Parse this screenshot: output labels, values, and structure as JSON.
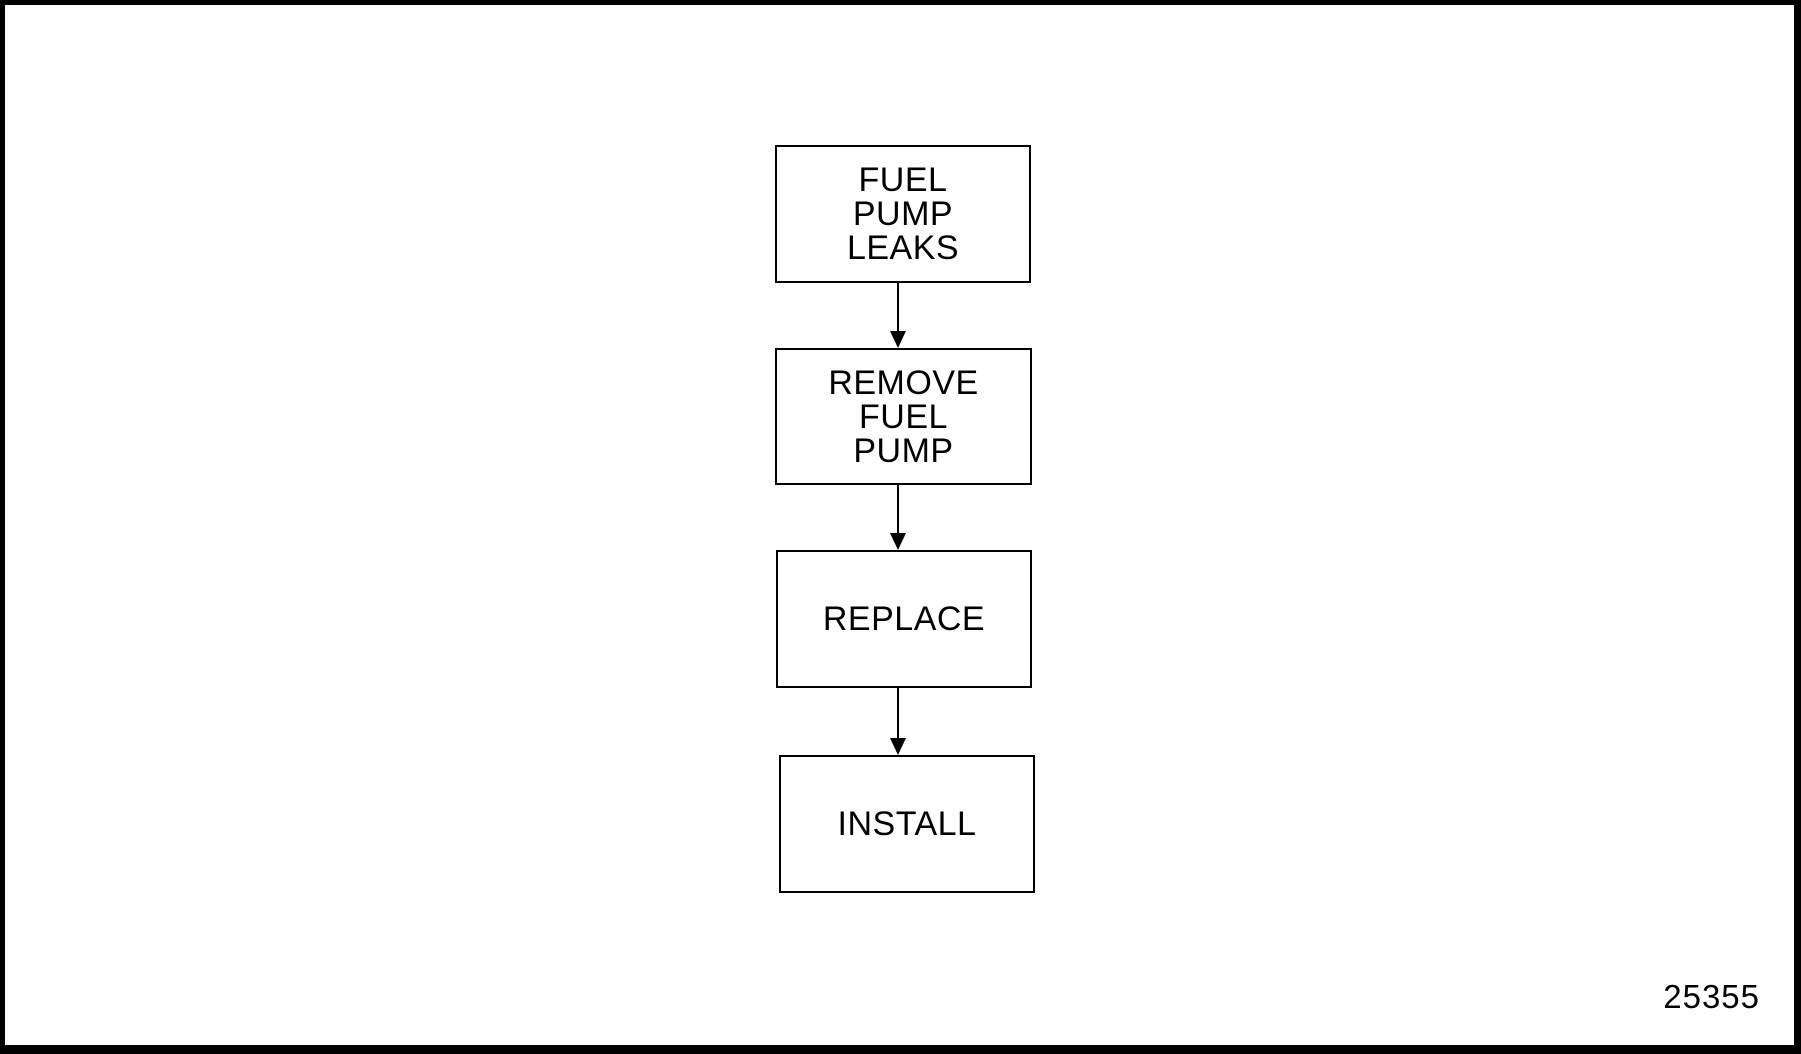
{
  "page": {
    "background": "#ffffff",
    "frame_color": "#000000"
  },
  "diagram": {
    "type": "flowchart",
    "direction": "top-down",
    "nodes": [
      {
        "id": "fuel-pump-leaks",
        "label": "FUEL\nPUMP\nLEAKS"
      },
      {
        "id": "remove-fuel-pump",
        "label": "REMOVE\nFUEL\nPUMP"
      },
      {
        "id": "replace",
        "label": "REPLACE"
      },
      {
        "id": "install",
        "label": "INSTALL"
      }
    ],
    "edges": [
      {
        "from": "fuel-pump-leaks",
        "to": "remove-fuel-pump"
      },
      {
        "from": "remove-fuel-pump",
        "to": "replace"
      },
      {
        "from": "replace",
        "to": "install"
      }
    ],
    "figure_number": "25355",
    "colors": {
      "line": "#000000",
      "text": "#000000",
      "node_fill": "#ffffff"
    }
  }
}
